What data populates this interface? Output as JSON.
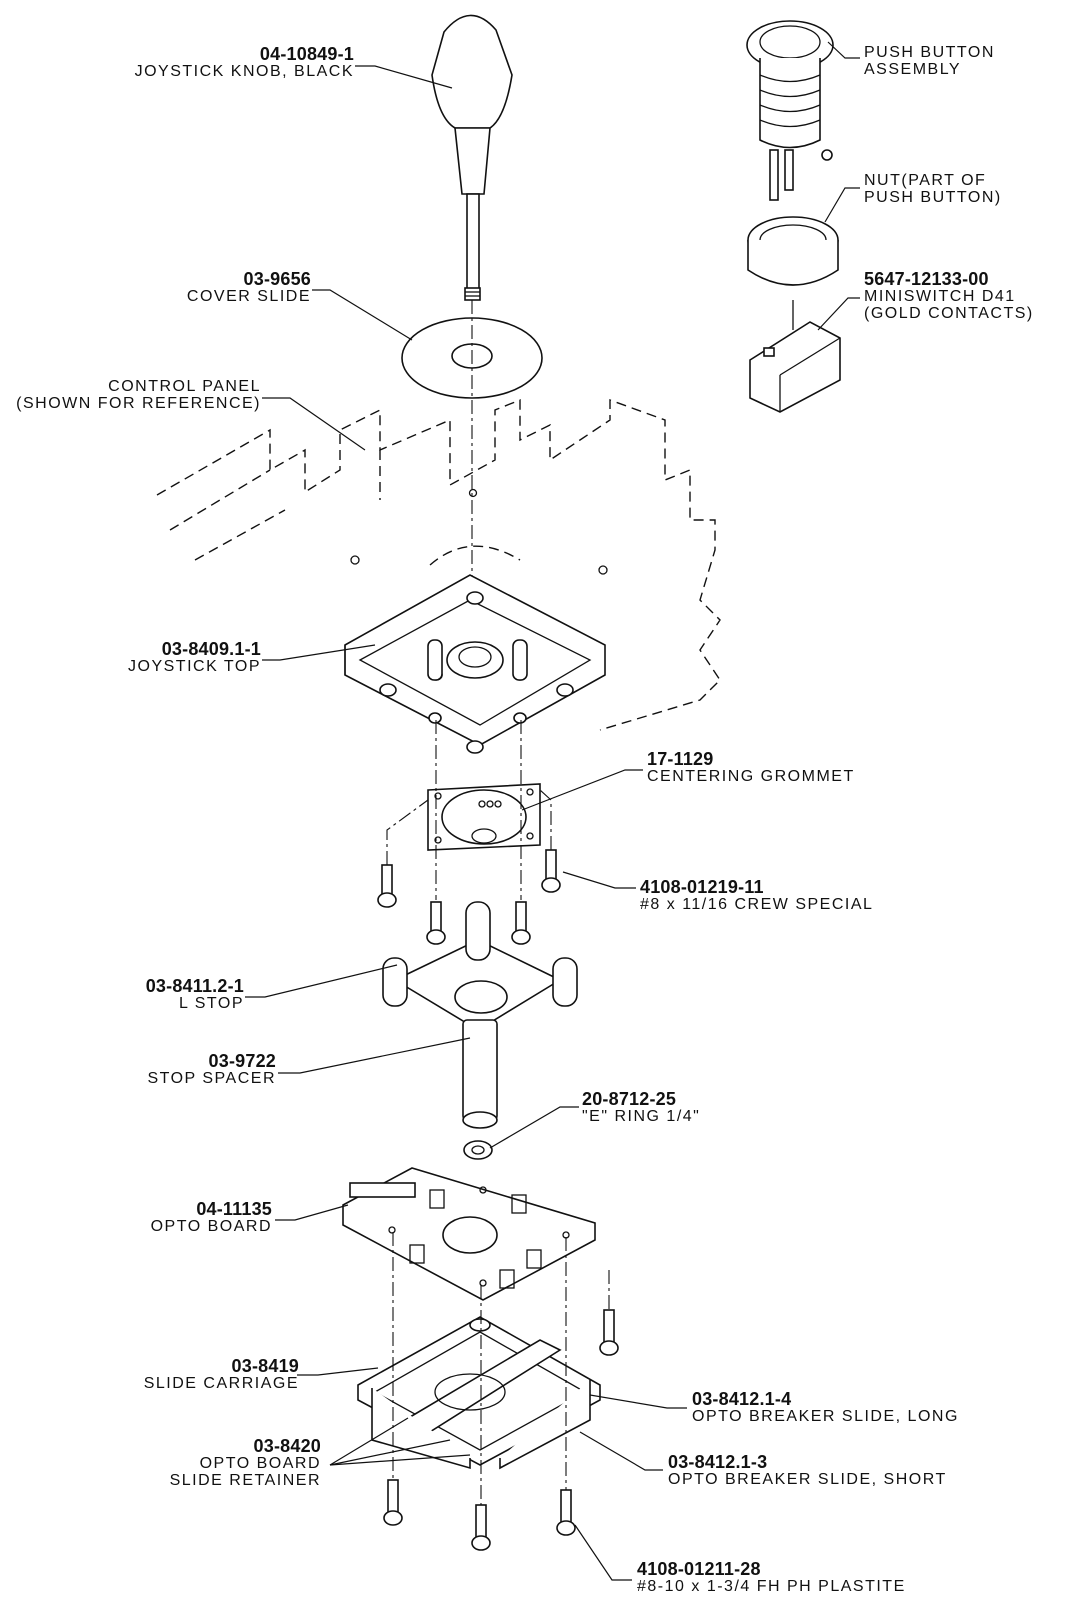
{
  "labels": {
    "knob": {
      "part": "04-10849-1",
      "desc": "JOYSTICK KNOB, BLACK"
    },
    "cover": {
      "part": "03-9656",
      "desc": "COVER SLIDE"
    },
    "panel": {
      "line1": "CONTROL PANEL",
      "line2": "(SHOWN FOR REFERENCE)"
    },
    "top": {
      "part": "03-8409.1-1",
      "desc": "JOYSTICK TOP"
    },
    "grommet": {
      "part": "17-1129",
      "desc": "CENTERING GROMMET"
    },
    "screw_top": {
      "part": "4108-01219-11",
      "desc": "#8 x 11/16 CREW SPECIAL"
    },
    "lstop": {
      "part": "03-8411.2-1",
      "desc": "L STOP"
    },
    "spacer": {
      "part": "03-9722",
      "desc": "STOP SPACER"
    },
    "ering": {
      "part": "20-8712-25",
      "desc": "\"E\" RING 1/4\""
    },
    "opto": {
      "part": "04-11135",
      "desc": "OPTO BOARD"
    },
    "carriage": {
      "part": "03-8419",
      "desc": "SLIDE CARRIAGE"
    },
    "slide_long": {
      "part": "03-8412.1-4",
      "desc": "OPTO BREAKER SLIDE, LONG"
    },
    "retainer": {
      "part": "03-8420",
      "line1": "OPTO BOARD",
      "line2": "SLIDE RETAINER"
    },
    "slide_short": {
      "part": "03-8412.1-3",
      "desc": "OPTO BREAKER SLIDE, SHORT"
    },
    "screw_bot": {
      "part": "4108-01211-28",
      "desc": "#8-10 x 1-3/4 FH PH PLASTITE"
    },
    "pushbtn": {
      "line1": "PUSH BUTTON",
      "line2": "ASSEMBLY"
    },
    "nut": {
      "line1": "NUT(PART OF",
      "line2": "PUSH BUTTON)"
    },
    "miniswitch": {
      "part": "5647-12133-00",
      "line1": "MINISWITCH D41",
      "line2": "(GOLD CONTACTS)"
    }
  }
}
